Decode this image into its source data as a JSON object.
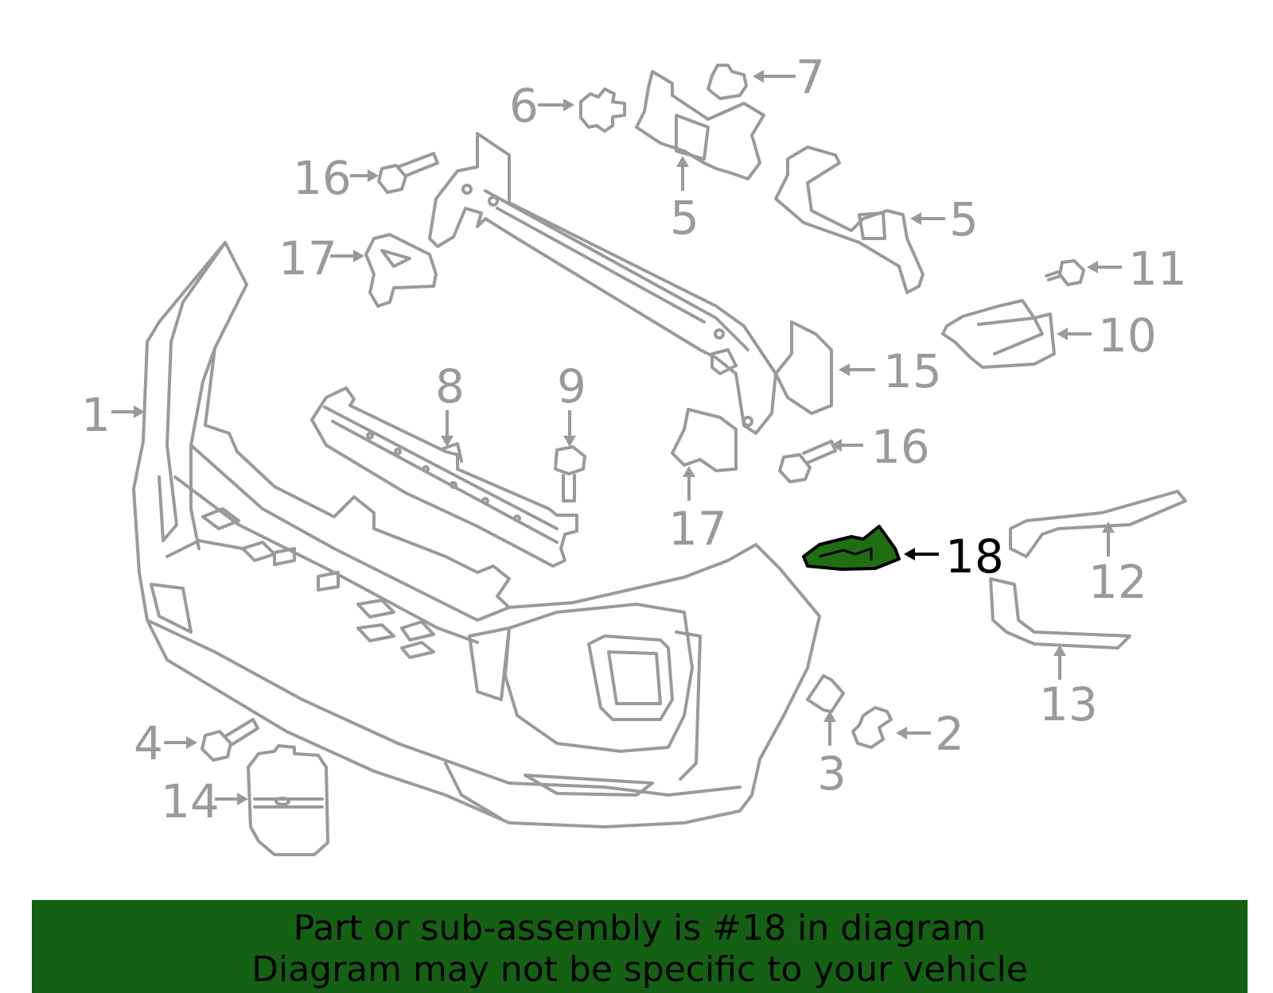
{
  "diagram": {
    "callouts": {
      "c1": "1",
      "c2": "2",
      "c3": "3",
      "c4": "4",
      "c5a": "5",
      "c5b": "5",
      "c6": "6",
      "c7": "7",
      "c8": "8",
      "c9": "9",
      "c10": "10",
      "c11": "11",
      "c12": "12",
      "c13": "13",
      "c14": "14",
      "c15": "15",
      "c16a": "16",
      "c16b": "16",
      "c17a": "17",
      "c17b": "17",
      "c18": "18"
    },
    "highlighted_part": "18",
    "highlight_color": "#1f6e12",
    "line_color": "#9a9a9a"
  },
  "banner": {
    "line1": "Part or sub-assembly is #18 in diagram",
    "line2": "Diagram may not be specific to your vehicle",
    "background": "#146114"
  }
}
